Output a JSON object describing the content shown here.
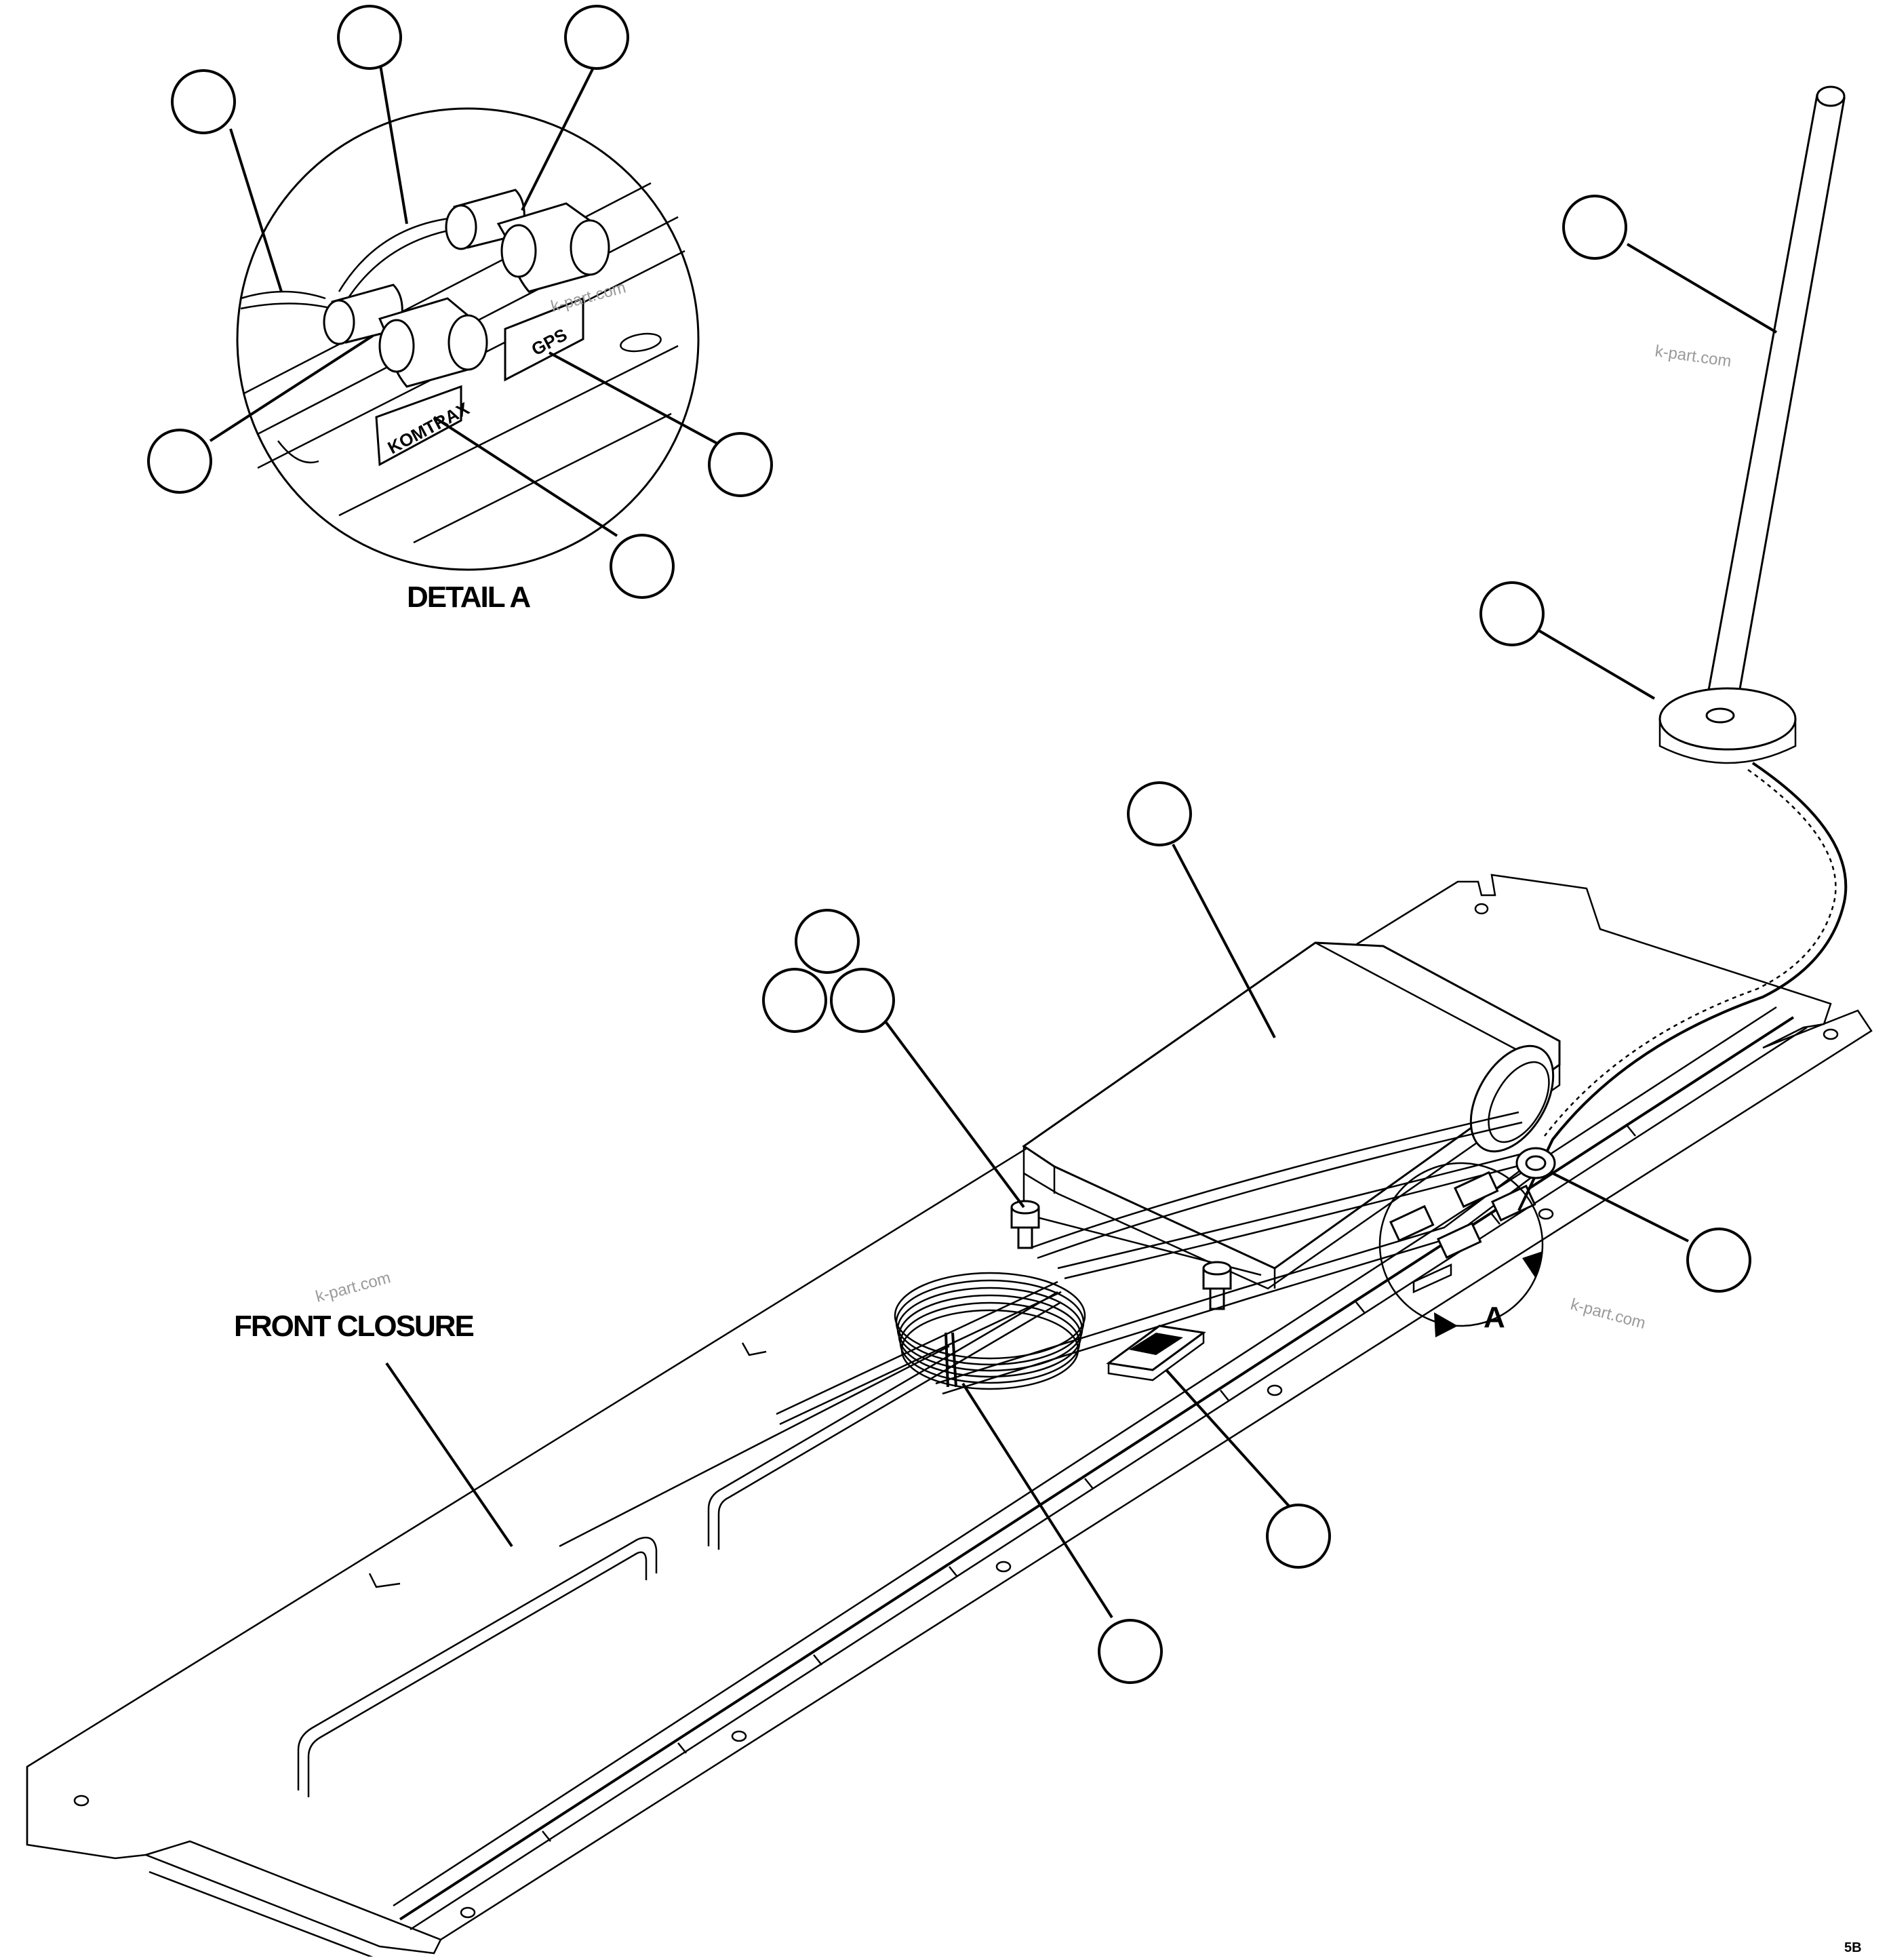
{
  "labels": {
    "detail_a": "DETAIL A",
    "front_closure": "FRONT CLOSURE",
    "detail_ref": "A",
    "komtrax_tag": "KOMTRAX",
    "gps_tag": "GPS",
    "figure_code": "5B"
  },
  "watermarks": [
    "k-part.com",
    "k-part.com",
    "k-part.com",
    "k-part.com"
  ],
  "callouts": [
    {
      "id": "detail-upper-left"
    },
    {
      "id": "detail-top-center"
    },
    {
      "id": "detail-top-right"
    },
    {
      "id": "detail-left"
    },
    {
      "id": "detail-right"
    },
    {
      "id": "detail-bottom"
    },
    {
      "id": "antenna-rod"
    },
    {
      "id": "antenna-base"
    },
    {
      "id": "controller-box"
    },
    {
      "id": "nut-cluster-top"
    },
    {
      "id": "nut-cluster-left"
    },
    {
      "id": "nut-cluster-right"
    },
    {
      "id": "cable-grommet"
    },
    {
      "id": "label-plate"
    },
    {
      "id": "cable-coil"
    }
  ]
}
